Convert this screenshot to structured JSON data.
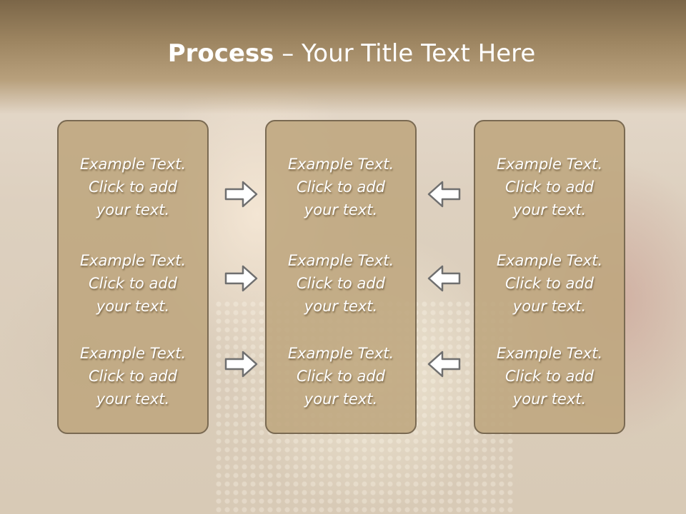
{
  "title": {
    "bold": "Process",
    "rest": " – Your Title Text Here"
  },
  "columns": [
    {
      "items": [
        {
          "line1": "Example Text.",
          "line2": "Click  to add",
          "line3": "your text."
        },
        {
          "line1": "Example Text.",
          "line2": "Click  to add",
          "line3": "your text."
        },
        {
          "line1": "Example Text.",
          "line2": "Click  to add",
          "line3": "your text."
        }
      ]
    },
    {
      "items": [
        {
          "line1": "Example Text.",
          "line2": "Click  to add",
          "line3": "your text."
        },
        {
          "line1": "Example Text.",
          "line2": "Click  to add",
          "line3": "your text."
        },
        {
          "line1": "Example Text.",
          "line2": "Click  to add",
          "line3": "your text."
        }
      ]
    },
    {
      "items": [
        {
          "line1": "Example Text.",
          "line2": "Click  to add",
          "line3": "your text."
        },
        {
          "line1": "Example Text.",
          "line2": "Click  to add",
          "line3": "your text."
        },
        {
          "line1": "Example Text.",
          "line2": "Click  to add",
          "line3": "your text."
        }
      ]
    }
  ],
  "arrows": {
    "left_group": "arrow-right-icon",
    "right_group": "arrow-left-icon"
  },
  "colors": {
    "panel": "#bea67e",
    "panel_border": "#7a6a52",
    "header": "#8c7452",
    "text": "#ffffff"
  }
}
